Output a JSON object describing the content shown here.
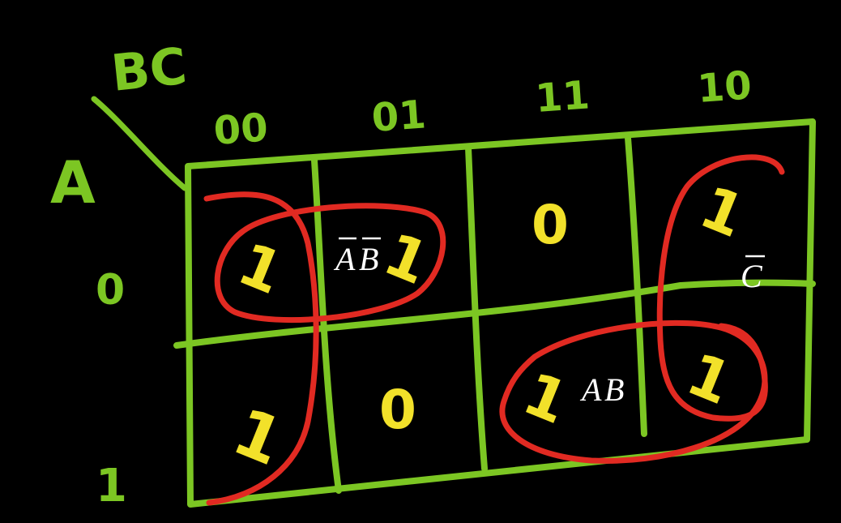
{
  "colors": {
    "background": "#000000",
    "grid": "#7cc623",
    "cell_values": "#f2e12a",
    "groups": "#e12a22",
    "annotations": "#ffffff"
  },
  "kmap": {
    "row_variable": "A",
    "column_variable": "BC",
    "column_headers": [
      "00",
      "01",
      "11",
      "10"
    ],
    "row_headers": [
      "0",
      "1"
    ],
    "cells": [
      [
        "1",
        "1",
        "0",
        "1"
      ],
      [
        "1",
        "0",
        "1",
        "1"
      ]
    ]
  },
  "annotations": {
    "group_top": {
      "letters": [
        "A",
        "B"
      ],
      "overlines": [
        true,
        true
      ]
    },
    "group_right": {
      "letters": [
        "C"
      ],
      "overlines": [
        true
      ]
    },
    "group_bottom": {
      "letters": [
        "A",
        "B"
      ],
      "overlines": [
        false,
        false
      ]
    }
  }
}
